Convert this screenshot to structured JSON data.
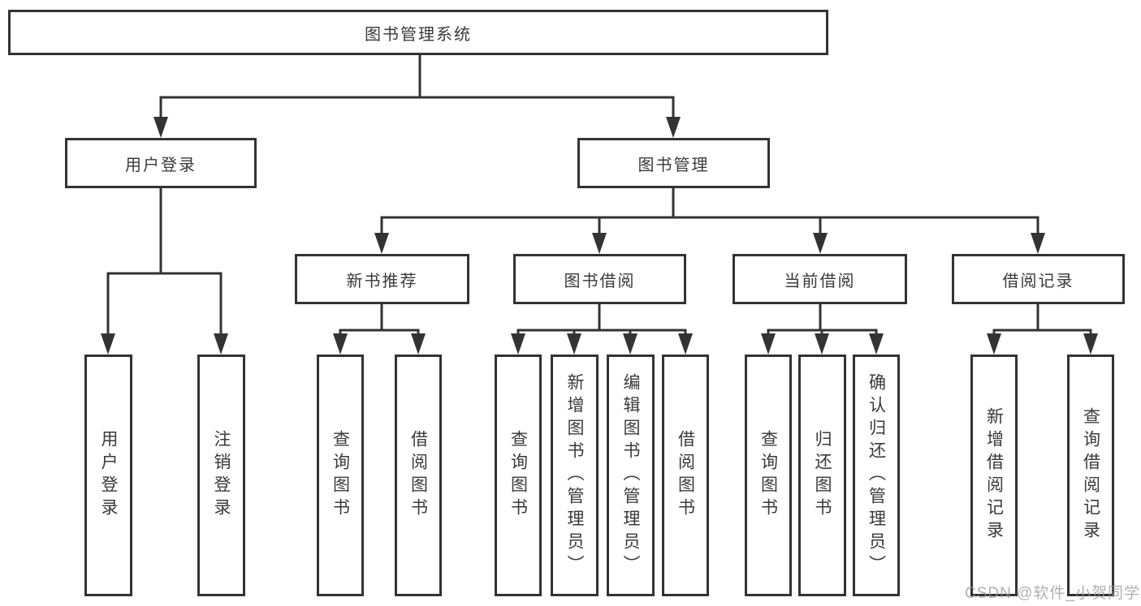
{
  "diagram": {
    "root": {
      "label": "图书管理系统"
    },
    "level2": {
      "user_login": {
        "label": "用户登录"
      },
      "book_management": {
        "label": "图书管理"
      }
    },
    "level3": {
      "new_books": {
        "label": "新书推荐"
      },
      "book_borrow": {
        "label": "图书借阅"
      },
      "current_borrow": {
        "label": "当前借阅"
      },
      "borrow_records": {
        "label": "借阅记录"
      }
    },
    "leaves": {
      "user_login": [
        "用户登录",
        "注销登录"
      ],
      "new_books": [
        "查询图书",
        "借阅图书"
      ],
      "book_borrow": [
        "查询图书",
        "新增图书（管理员）",
        "编辑图书（管理员）",
        "借阅图书"
      ],
      "current_borrow": [
        "查询图书",
        "归还图书",
        "确认归还（管理员）"
      ],
      "borrow_records": [
        "新增借阅记录",
        "查询借阅记录"
      ]
    }
  },
  "watermark": "CSDN @软件_小贺同学",
  "colors": {
    "line": "#333333",
    "box_border": "#333333",
    "text": "#3a3a3a",
    "watermark": "#969696",
    "background": "#ffffff"
  }
}
